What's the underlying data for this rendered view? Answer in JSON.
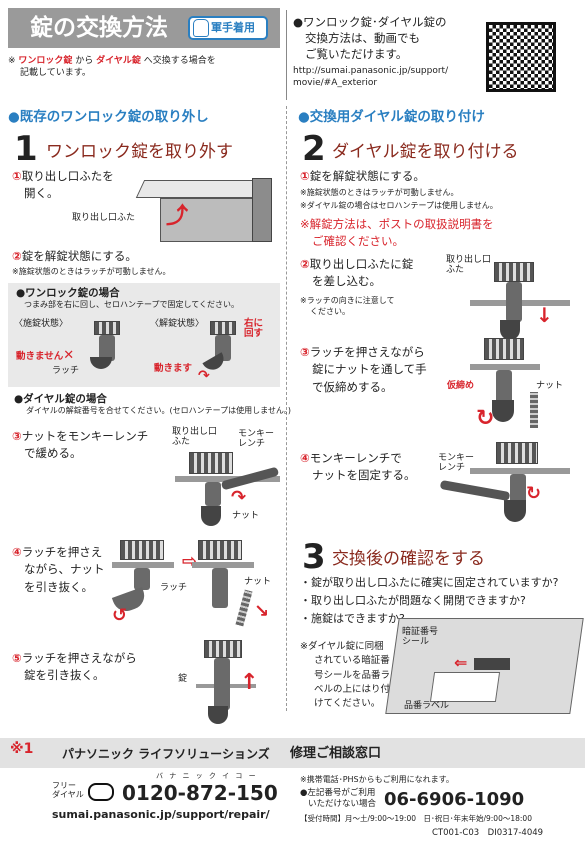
{
  "header": {
    "title": "錠の交換方法",
    "glove_label": "軍手着用",
    "note_prefix": "※",
    "note_from": "ワンロック錠",
    "note_mid": " から ",
    "note_to": "ダイヤル錠",
    "note_suffix": " へ交換する場合を",
    "note_line2": "記載しています。"
  },
  "video": {
    "line1": "●ワンロック錠･ダイヤル錠の",
    "line2": "交換方法は、動画でも",
    "line3": "ご覧いただけます。",
    "url1": "http://sumai.panasonic.jp/support/",
    "url2": "movie/#A_exterior"
  },
  "left": {
    "section": "●既存のワンロック錠の取り外し",
    "step_num": "1",
    "step_title": "ワンロック錠を取り外す",
    "s1_num": "①",
    "s1_l1": "取り出し口ふたを",
    "s1_l2": "開く。",
    "s1_label": "取り出し口ふた",
    "s2_num": "②",
    "s2_text": "錠を解錠状態にする。",
    "s2_note": "※施錠状態のときはラッチが可動しません。",
    "box_title": "●ワンロック錠の場合",
    "box_desc": "つまみ部を右に回し、セロハンテープで固定してください。",
    "locked": "〈施錠状態〉",
    "unlocked": "〈解錠状態〉",
    "right_turn1": "右に",
    "right_turn2": "回す",
    "no_move": "動きません",
    "latch": "ラッチ",
    "moves": "動きます",
    "dial_title": "●ダイヤル錠の場合",
    "dial_desc": "ダイヤルの解錠番号を合せてください。(セロハンテープは使用しません。)",
    "s3_num": "③",
    "s3_l1": "ナットをモンキーレンチ",
    "s3_l2": "で緩める。",
    "s3_lbl_cover1": "取り出し口",
    "s3_lbl_cover2": "ふた",
    "s3_lbl_wrench1": "モンキー",
    "s3_lbl_wrench2": "レンチ",
    "s3_lbl_nut": "ナット",
    "s4_num": "④",
    "s4_l1": "ラッチを押さえ",
    "s4_l2": "ながら、ナット",
    "s4_l3": "を引き抜く。",
    "s4_latch": "ラッチ",
    "s4_nut": "ナット",
    "s5_num": "⑤",
    "s5_l1": "ラッチを押さえながら",
    "s5_l2": "錠を引き抜く。",
    "s5_lock": "錠"
  },
  "right": {
    "section": "●交換用ダイヤル錠の取り付け",
    "step_num": "2",
    "step_title": "ダイヤル錠を取り付ける",
    "s1_num": "①",
    "s1_text": "錠を解錠状態にする。",
    "s1_note1": "※施錠状態のときはラッチが可動しません。",
    "s1_note2": "※ダイヤル錠の場合はセロハンテープは使用しません。",
    "warn1": "※解錠方法は、ポストの取扱説明書を",
    "warn2": "ご確認ください。",
    "s2_num": "②",
    "s2_l1": "取り出し口ふたに錠",
    "s2_l2": "を差し込む。",
    "s2_note1": "※ラッチの向きに注意して",
    "s2_note2": "ください。",
    "s2_lbl1": "取り出し口",
    "s2_lbl2": "ふた",
    "s3_num": "③",
    "s3_l1": "ラッチを押さえながら",
    "s3_l2": "錠にナットを通して手",
    "s3_l3": "で仮締めする。",
    "s3_kari": "仮締め",
    "s3_nut": "ナット",
    "s4_num": "④",
    "s4_l1": "モンキーレンチで",
    "s4_l2": "ナットを固定する。",
    "s4_w1": "モンキー",
    "s4_w2": "レンチ",
    "check_num": "3",
    "check_title": "交換後の確認をする",
    "check_items": [
      "・錠が取り出し口ふたに確実に固定されていますか?",
      "・取り出し口ふたが問題なく開閉できますか?",
      "・施錠はできますか?"
    ],
    "seal_note": [
      "※ダイヤル錠に同梱",
      "されている暗証番",
      "号シールを品番ラ",
      "ベルの上にはり付",
      "けてください。"
    ],
    "seal_l1": "暗証番号",
    "seal_l2": "シール",
    "product_label": "品番ラベル"
  },
  "footer": {
    "mark": "※1",
    "company": "パナソニック ライフソリューションズ",
    "window": "修理ご相談窓口",
    "free_l1": "フリー",
    "free_l2": "ダイヤル",
    "ruby": "バ ナ ニ ッ ク イ コ ー",
    "phone": "0120-872-150",
    "url": "sumai.panasonic.jp/support/repair/",
    "mobile_note": "※携帯電話･PHSからもご利用になれます。",
    "alt_l1": "●左記番号がご利用",
    "alt_l2": "いただけない場合",
    "alt_phone": "06-6906-1090",
    "hours": "【受付時間】月～土/9:00～19:00　日･祝日･年末年始/9:00～18:00",
    "codes": "CT001-C03　DI0317-4049"
  }
}
